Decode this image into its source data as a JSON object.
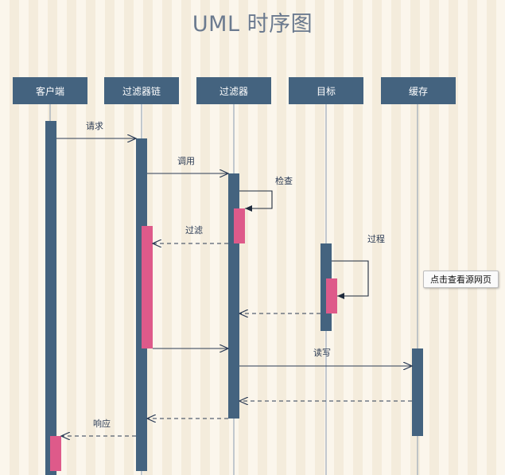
{
  "title": "UML 时序图",
  "actors": [
    {
      "id": "client",
      "label": "客户端"
    },
    {
      "id": "filterchain",
      "label": "过滤器链"
    },
    {
      "id": "filter",
      "label": "过滤器"
    },
    {
      "id": "target",
      "label": "目标"
    },
    {
      "id": "cache",
      "label": "缓存"
    }
  ],
  "messages": {
    "request": "请求",
    "invoke": "调用",
    "check": "检查",
    "filter": "过滤",
    "process": "过程",
    "readwrite": "读写",
    "response": "响应"
  },
  "tooltip": "点击查看源网页",
  "colors": {
    "lifeline_box": "#44637f",
    "activation": "#44637f",
    "highlight": "#de5a8a",
    "arrow": "#2b3b55"
  }
}
